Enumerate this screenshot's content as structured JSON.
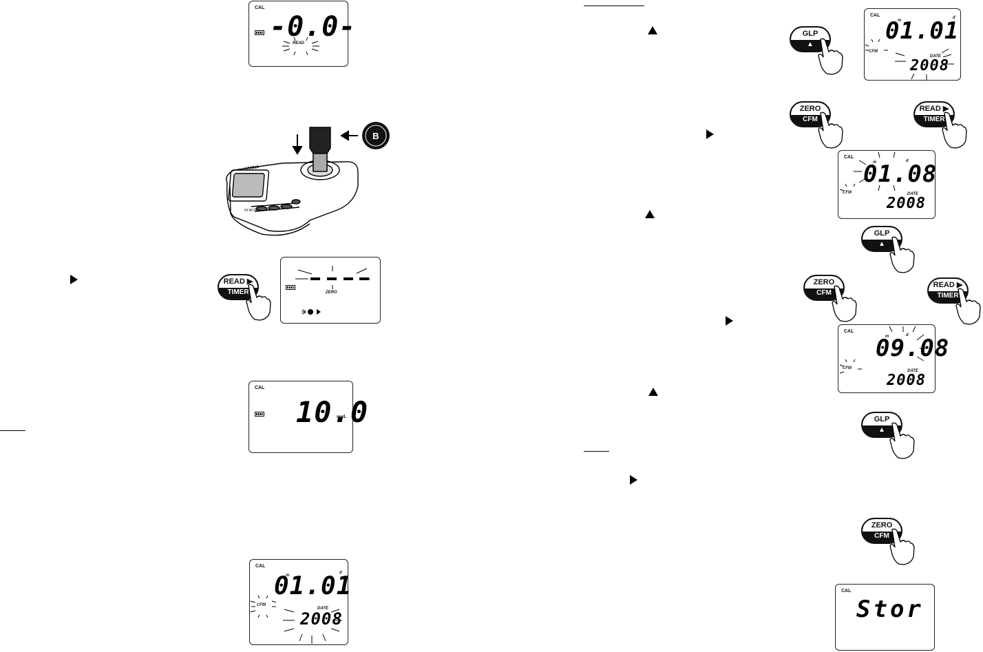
{
  "lcd": {
    "cal": "CAL",
    "read": "READ",
    "zero": "ZERO",
    "date": "DATE",
    "cfm": "CFM",
    "m": "m",
    "d": "d",
    "unit": "mg/L",
    "disp1": "-0.0-",
    "disp_read": "10.0",
    "date_main": "01.01",
    "date_year": "2008",
    "date2_main": "01.08",
    "date3_main": "09.08",
    "stor": "Stor"
  },
  "meter": {
    "brand": "HANNA",
    "model": "HI 96700",
    "cuvette": "B"
  },
  "buttons": {
    "glp": "GLP",
    "up": "▲",
    "zero": "ZERO",
    "cfm": "CFM",
    "read": "READ ▶",
    "timer": "TIMER"
  }
}
